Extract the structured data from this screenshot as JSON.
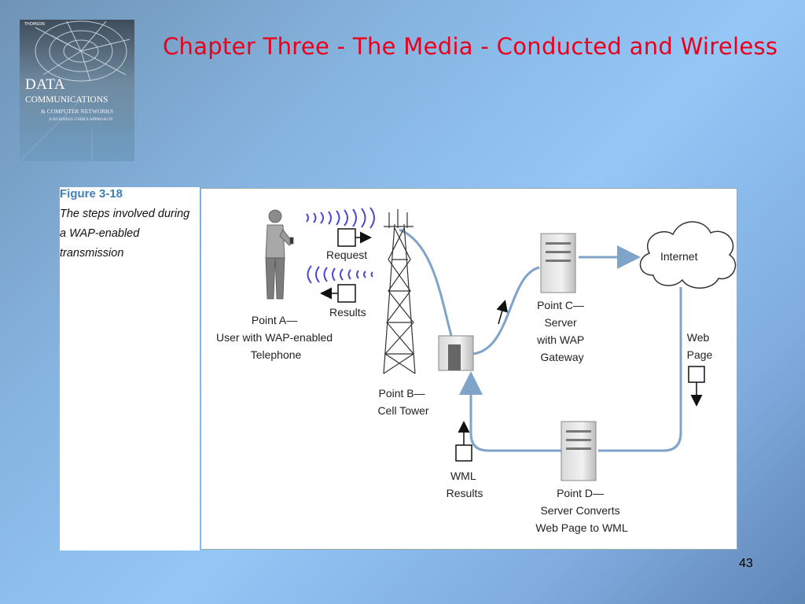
{
  "slide": {
    "title": "Chapter Three - The Media - Conducted and Wireless",
    "number": "43"
  },
  "book_cover": {
    "title_line1": "DATA",
    "title_line2": "COMMUNICATIONS",
    "title_line3": "& COMPUTER NETWORKS",
    "subtitle": "A BUSINESS USER'S APPROACH"
  },
  "figure": {
    "label": "Figure 3-18",
    "caption": "The steps involved during a WAP-enabled transmission"
  },
  "diagram": {
    "point_a": [
      "Point A—",
      "User with WAP-enabled",
      "Telephone"
    ],
    "request": "Request",
    "results": "Results",
    "point_b": [
      "Point B—",
      "Cell Tower"
    ],
    "point_c": [
      "Point C—",
      "Server",
      "with WAP",
      "Gateway"
    ],
    "internet": "Internet",
    "web_page": [
      "Web",
      "Page"
    ],
    "wml_results": [
      "WML",
      "Results"
    ],
    "point_d": [
      "Point D—",
      "Server Converts",
      "Web Page to WML"
    ]
  },
  "colors": {
    "title": "#e8001c",
    "figure_label": "#3f7fb8",
    "link_line": "#7fa3c9"
  }
}
